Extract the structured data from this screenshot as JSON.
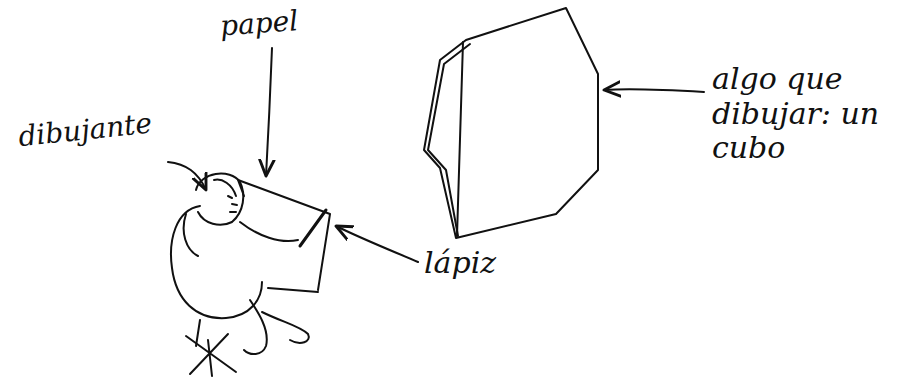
{
  "diagram": {
    "labels": [
      "dibujante",
      "papel",
      "lápiz",
      "algo que dibujar: un cubo"
    ]
  }
}
